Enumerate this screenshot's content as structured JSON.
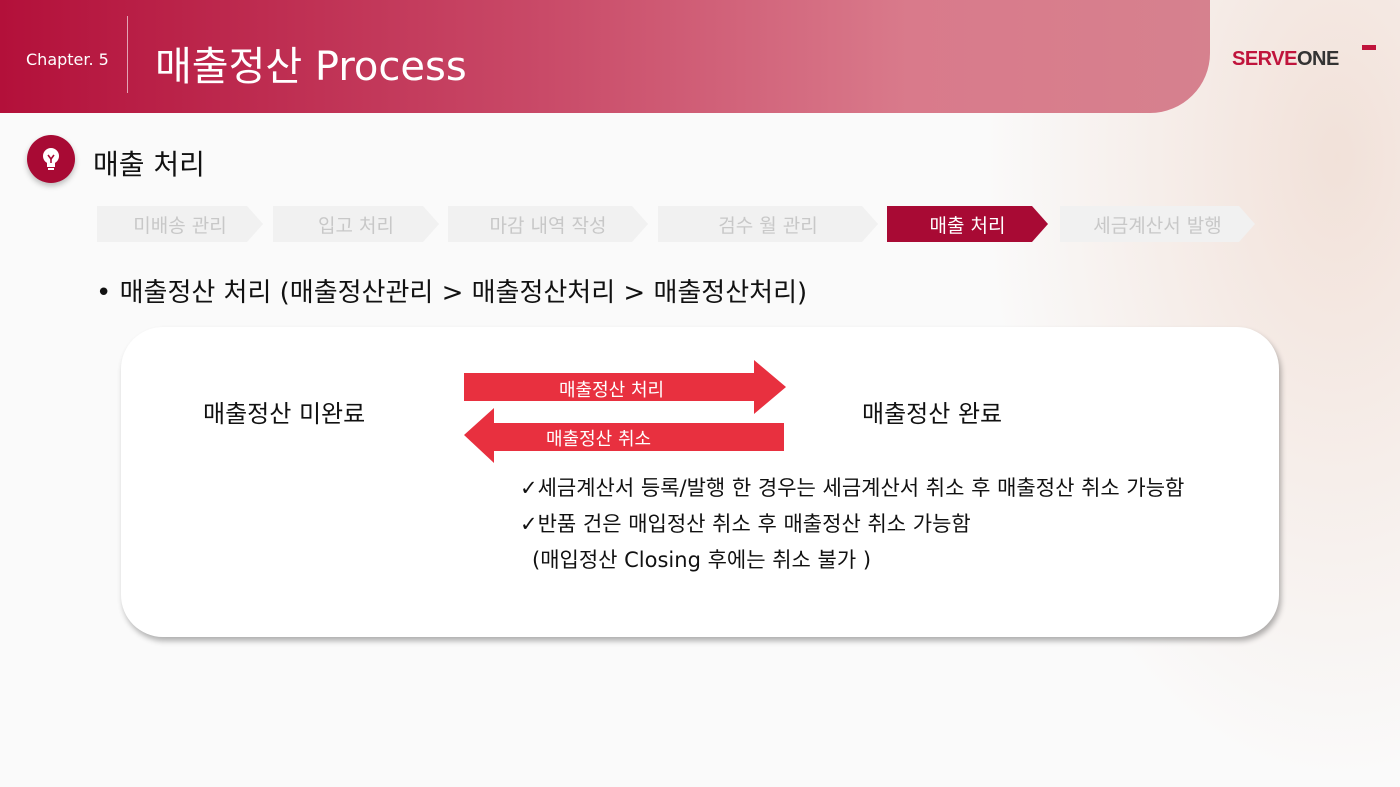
{
  "header": {
    "chapter": "Chapter. 5",
    "title": "매출정산 Process",
    "logo_left": "S",
    "logo_red": "ERVE",
    "logo_right": "ONE"
  },
  "section": {
    "icon": "lightbulb-icon",
    "title": "매출 처리"
  },
  "steps": [
    {
      "label": "미배송 관리",
      "active": false
    },
    {
      "label": "입고 처리",
      "active": false
    },
    {
      "label": "마감 내역 작성",
      "active": false
    },
    {
      "label": "검수 월 관리",
      "active": false
    },
    {
      "label": "매출 처리",
      "active": true
    },
    {
      "label": "세금계산서 발행",
      "active": false
    }
  ],
  "bullet": "• 매출정산 처리 (매출정산관리 > 매출정산처리 > 매출정산처리)",
  "diagram": {
    "left_state": "매출정산 미완료",
    "right_state": "매출정산 완료",
    "forward_label": "매출정산 처리",
    "backward_label": "매출정산 취소",
    "notes": [
      "✓세금계산서 등록/발행 한 경우는 세금계산서 취소 후 매출정산 취소 가능함",
      "✓반품 건은 매입정산 취소 후 매출정산 취소 가능함",
      "(매입정산 Closing 후에는 취소 불가 )"
    ]
  },
  "colors": {
    "brand": "#a80a34",
    "arrow": "#e8303f",
    "step_inactive": "#f1f1f1"
  }
}
